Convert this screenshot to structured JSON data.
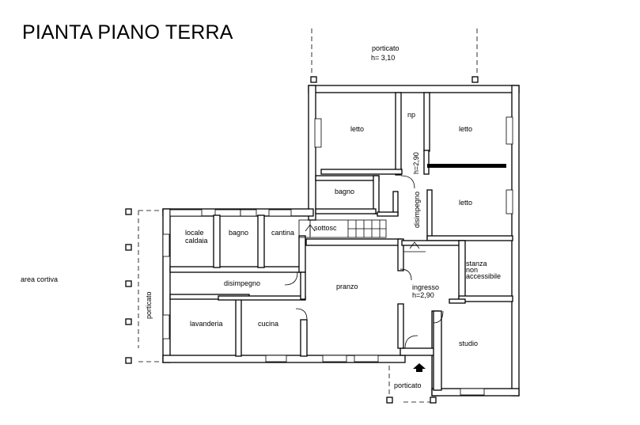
{
  "title": "PIANTA PIANO TERRA",
  "exterior": {
    "porticato_top": "porticato",
    "porticato_top_height": "h= 3,10",
    "porticato_left": "porticato",
    "porticato_bottom": "porticato",
    "area_cortiva": "area cortiva"
  },
  "rooms": {
    "letto_1": "letto",
    "np": "np",
    "letto_2": "letto",
    "letto_3": "letto",
    "hall_height": "h=2,90",
    "bagno_upper": "bagno",
    "disimpegno_vertical": "disimpegno",
    "locale_line1": "locale",
    "locale_line2": "caldaia",
    "bagno_lower": "bagno",
    "cantina": "cantina",
    "sottosc": "sottosc",
    "disimpegno": "disimpegno",
    "pranzo": "pranzo",
    "ingresso": "ingresso",
    "ingresso_height": "h=2,90",
    "stanza_line1": "stanza",
    "stanza_line2": "non",
    "stanza_line3": "accessibile",
    "lavanderia": "lavanderia",
    "cucina": "cucina",
    "studio": "studio"
  }
}
